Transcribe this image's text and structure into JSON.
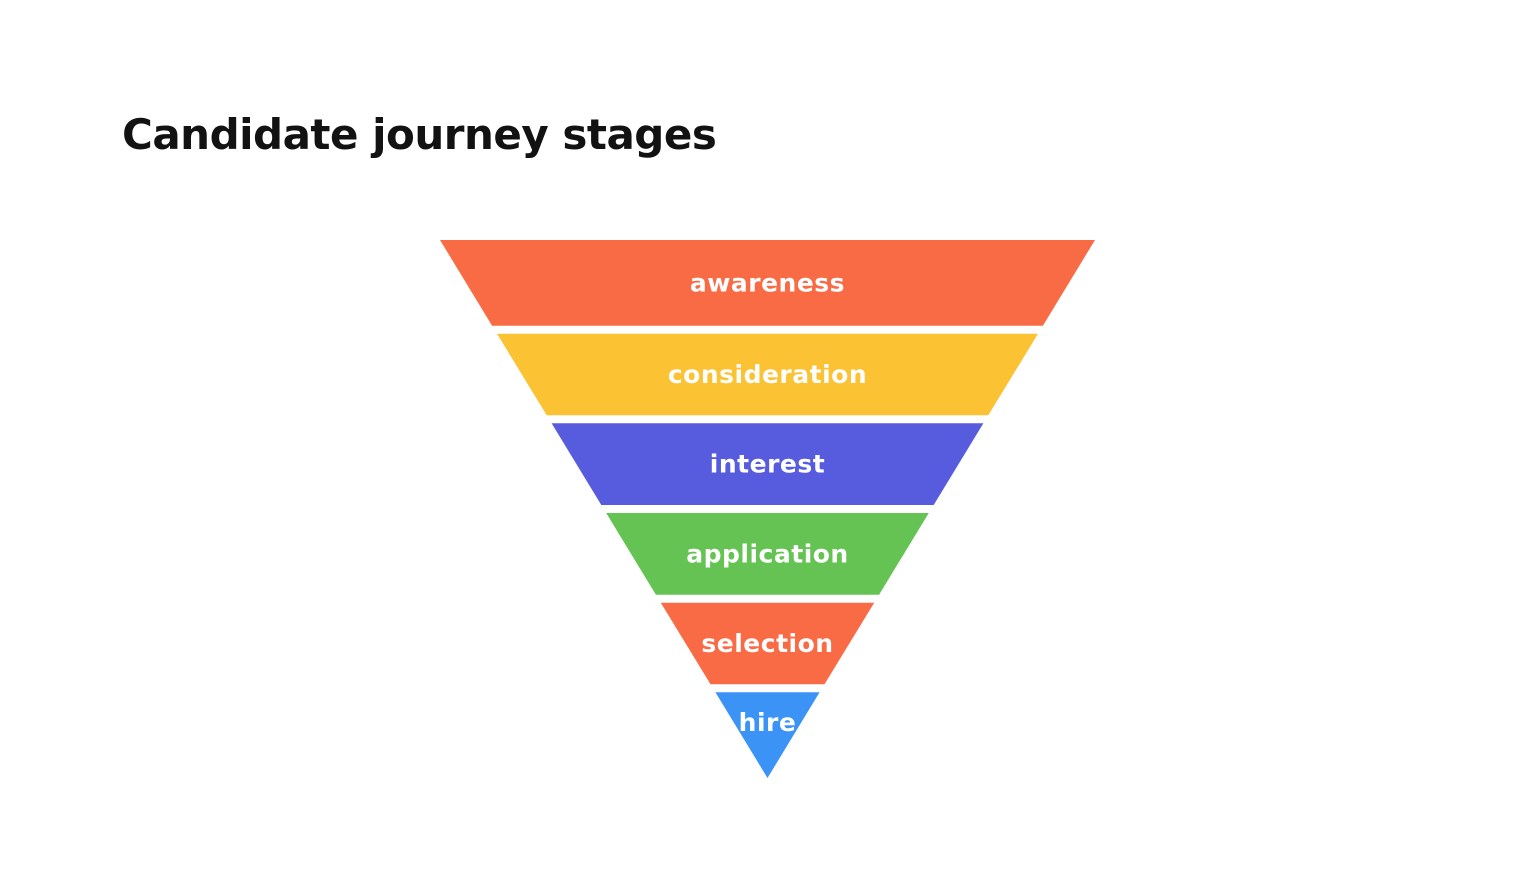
{
  "page": {
    "background_color": "#ffffff"
  },
  "title": {
    "text": "Candidate journey stages",
    "color": "#121212"
  },
  "funnel": {
    "type": "inverted-pyramid-funnel",
    "label_color": "#ffffff",
    "stages": [
      {
        "label": "awareness",
        "color": "#F96B45"
      },
      {
        "label": "consideration",
        "color": "#FBC234"
      },
      {
        "label": "interest",
        "color": "#575CDF"
      },
      {
        "label": "application",
        "color": "#65C353"
      },
      {
        "label": "selection",
        "color": "#F96B45"
      },
      {
        "label": "hire",
        "color": "#3B93F6"
      }
    ]
  }
}
